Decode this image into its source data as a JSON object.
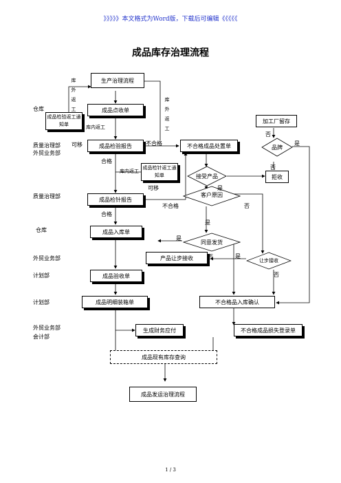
{
  "header_note": "》》》》》本文格式为Word版，下载后可编辑《《《《《",
  "title": "成品库存治理流程",
  "departments": {
    "warehouse_1": "仓库",
    "quality_trade": "质量治理部\n外贸业务部",
    "quality": "质量治理部",
    "warehouse_2": "仓库",
    "trade": "外贸业务部",
    "plan_1": "计划部",
    "plan_2": "计划部",
    "trade_accounting": "外贸业务部\n会计部"
  },
  "documents": {
    "production_flow": "生产治理流程",
    "shipping_flow": "成品发运治理流程"
  },
  "boxes": {
    "receipt_note": "成品点收单",
    "inspect_return_notice": "成品检验返工通知单",
    "inspect_report": "成品检验报告",
    "recheck_return_notice": "成品检针返工通知单",
    "recheck_report": "成品检针报告",
    "stock_in": "成品入库单",
    "concession": "产品让步接收",
    "acceptance": "成品验收单",
    "packing_list": "成品明细装箱单",
    "nonconform_disposal": "不合格成品处置单",
    "nonconform_stock_in": "不合格品入库确认",
    "payable": "生成财务应付",
    "loss_register": "不合格成品损失登录单",
    "inventory_query": "成品现有库存查询",
    "rework_keep": "加工厂留存",
    "reject": "拒收"
  },
  "decisions": {
    "accept": "接受产品",
    "cause": "客户原因",
    "agree_ship": "同意发货",
    "concession_accept": "让步接收",
    "brand": "品牌"
  },
  "edge_labels": {
    "stock_return_a": "库外返工",
    "stock_return_b": "库外返工",
    "stock_return_c": "库内返工",
    "stock_return_d": "库内返工",
    "ok": "可移",
    "qualified_1": "合格",
    "qualified_2": "合格",
    "ok_2": "可移",
    "unqualified_1": "不合格",
    "unqualified_2": "不合格",
    "yes_1": "是",
    "no_1": "否",
    "yes_2": "是",
    "yes_3": "是",
    "no_2": "否",
    "yes_4": "是",
    "no_3": "否",
    "no_4": "否",
    "no_5": "否",
    "yes_5": "是"
  },
  "footer": "1  /  3"
}
